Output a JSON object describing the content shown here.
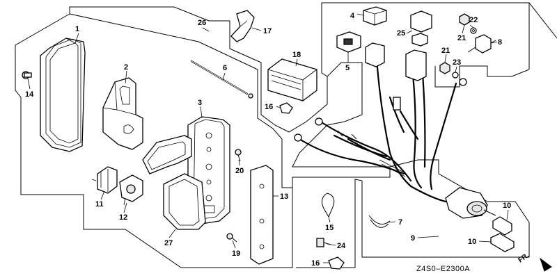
{
  "callouts": [
    {
      "id": "1",
      "text": "1"
    },
    {
      "id": "2",
      "text": "2"
    },
    {
      "id": "3",
      "text": "3"
    },
    {
      "id": "4",
      "text": "4"
    },
    {
      "id": "5",
      "text": "5"
    },
    {
      "id": "6",
      "text": "6"
    },
    {
      "id": "7",
      "text": "7"
    },
    {
      "id": "8",
      "text": "8"
    },
    {
      "id": "9",
      "text": "9"
    },
    {
      "id": "10a",
      "text": "10"
    },
    {
      "id": "10b",
      "text": "10"
    },
    {
      "id": "11",
      "text": "11"
    },
    {
      "id": "12",
      "text": "12"
    },
    {
      "id": "13",
      "text": "13"
    },
    {
      "id": "14",
      "text": "14"
    },
    {
      "id": "15",
      "text": "15"
    },
    {
      "id": "16a",
      "text": "16"
    },
    {
      "id": "16b",
      "text": "16"
    },
    {
      "id": "17",
      "text": "17"
    },
    {
      "id": "18",
      "text": "18"
    },
    {
      "id": "19",
      "text": "19"
    },
    {
      "id": "20",
      "text": "20"
    },
    {
      "id": "21a",
      "text": "21"
    },
    {
      "id": "21b",
      "text": "21"
    },
    {
      "id": "22",
      "text": "22"
    },
    {
      "id": "23",
      "text": "23"
    },
    {
      "id": "24",
      "text": "24"
    },
    {
      "id": "25",
      "text": "25"
    },
    {
      "id": "26",
      "text": "26"
    },
    {
      "id": "27",
      "text": "27"
    }
  ],
  "drawing_code": "Z4S0–E2300A",
  "direction_label": "FR."
}
